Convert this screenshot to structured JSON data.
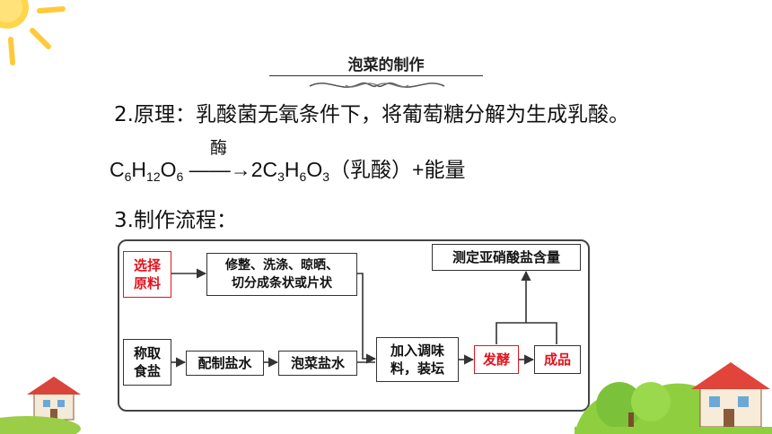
{
  "header": {
    "title": "泡菜的制作"
  },
  "principle": {
    "text": "2.原理：乳酸菌无氧条件下，将葡萄糖分解为生成乳酸。"
  },
  "equation": {
    "reactant": "C6H12O6",
    "enzyme": "酶",
    "arrow": "——→",
    "product_coefficient": "2",
    "product": "C3H6O3",
    "product_note": "（乳酸）",
    "extra": "+能量"
  },
  "flow": {
    "heading": "3.制作流程：",
    "nodes": {
      "select_line1": "选择",
      "select_line2": "原料",
      "trim_line1": "修整、洗涤、晾晒、",
      "trim_line2": "切分成条状或片状",
      "salt_line1": "称取",
      "salt_line2": "食盐",
      "brine": "配制盐水",
      "pickle_brine": "泡菜盐水",
      "season_line1": "加入调味",
      "season_line2": "料，装坛",
      "ferment": "发酵",
      "product": "成品",
      "measure": "测定亚硝酸盐含量"
    },
    "colors": {
      "highlight": "#e0141e",
      "border": "#333333"
    }
  },
  "decorations": {
    "icons": [
      "sun-icon",
      "house-icon",
      "tree-icon",
      "flourish-icon"
    ]
  }
}
